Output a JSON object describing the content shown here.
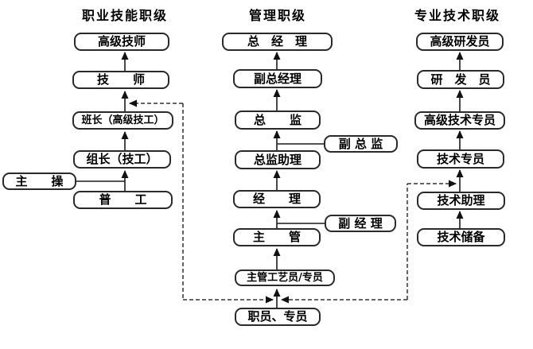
{
  "titles": {
    "skill": "职业技能职级",
    "management": "管理职级",
    "technical": "专业技术职级"
  },
  "boxes": {
    "senior_technician": "高级技师",
    "technician": "技　　师",
    "shift_leader": "班长（高级技工）",
    "group_leader": "组长（技工）",
    "main_operator": "主　　操",
    "general_worker": "普　　工",
    "general_manager": "总　经　理",
    "deputy_general_manager": "副总经理",
    "director": "总　　监",
    "deputy_director": "副 总 监",
    "director_assistant": "总监助理",
    "manager": "经　　理",
    "deputy_manager": "副 经 理",
    "supervisor": "主　　管",
    "chief_process_specialist": "主管工艺员/专员",
    "staff_specialist": "职员、专员",
    "senior_rd": "高级研发员",
    "rd": "研　发　员",
    "senior_tech_specialist": "高级技术专员",
    "tech_specialist": "技术专员",
    "tech_assistant": "技术助理",
    "tech_reserve": "技术储备"
  },
  "colors": {
    "background": "#ffffff",
    "box_border": "#2a2a2a",
    "line": "#1a1a1a",
    "text": "#000000"
  },
  "edges": {
    "skill_ladder": [
      "general_worker",
      "group_leader",
      "shift_leader",
      "technician",
      "senior_technician"
    ],
    "skill_side_entry": [
      [
        "main_operator",
        "group_leader"
      ]
    ],
    "management_ladder": [
      "staff_specialist",
      "chief_process_specialist",
      "supervisor",
      "manager",
      "director_assistant",
      "director",
      "deputy_general_manager",
      "general_manager"
    ],
    "management_side_links": [
      [
        "deputy_director",
        "director"
      ],
      [
        "deputy_manager",
        "manager"
      ]
    ],
    "technical_ladder": [
      "tech_reserve",
      "tech_assistant",
      "tech_specialist",
      "senior_tech_specialist",
      "rd",
      "senior_rd"
    ],
    "dashed_transfers": [
      [
        "staff_specialist",
        "technician"
      ],
      [
        "staff_specialist",
        "tech_specialist"
      ]
    ]
  }
}
